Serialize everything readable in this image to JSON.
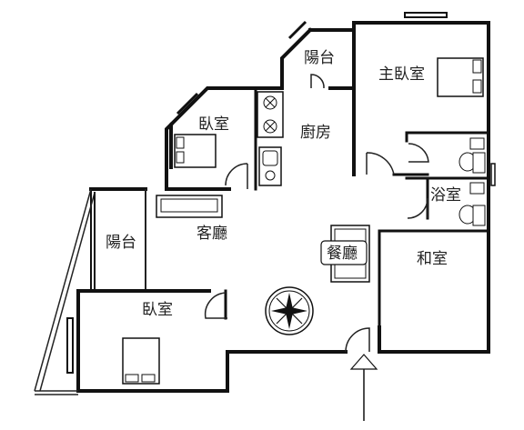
{
  "plan": {
    "rooms": {
      "master_bedroom": "主臥室",
      "balcony_top": "陽台",
      "kitchen": "廚房",
      "bedroom_upper": "臥室",
      "bathroom": "浴室",
      "living_room": "客廳",
      "balcony_left": "陽台",
      "dining_room": "餐廳",
      "japanese_room": "和室",
      "bedroom_lower": "臥室"
    }
  }
}
